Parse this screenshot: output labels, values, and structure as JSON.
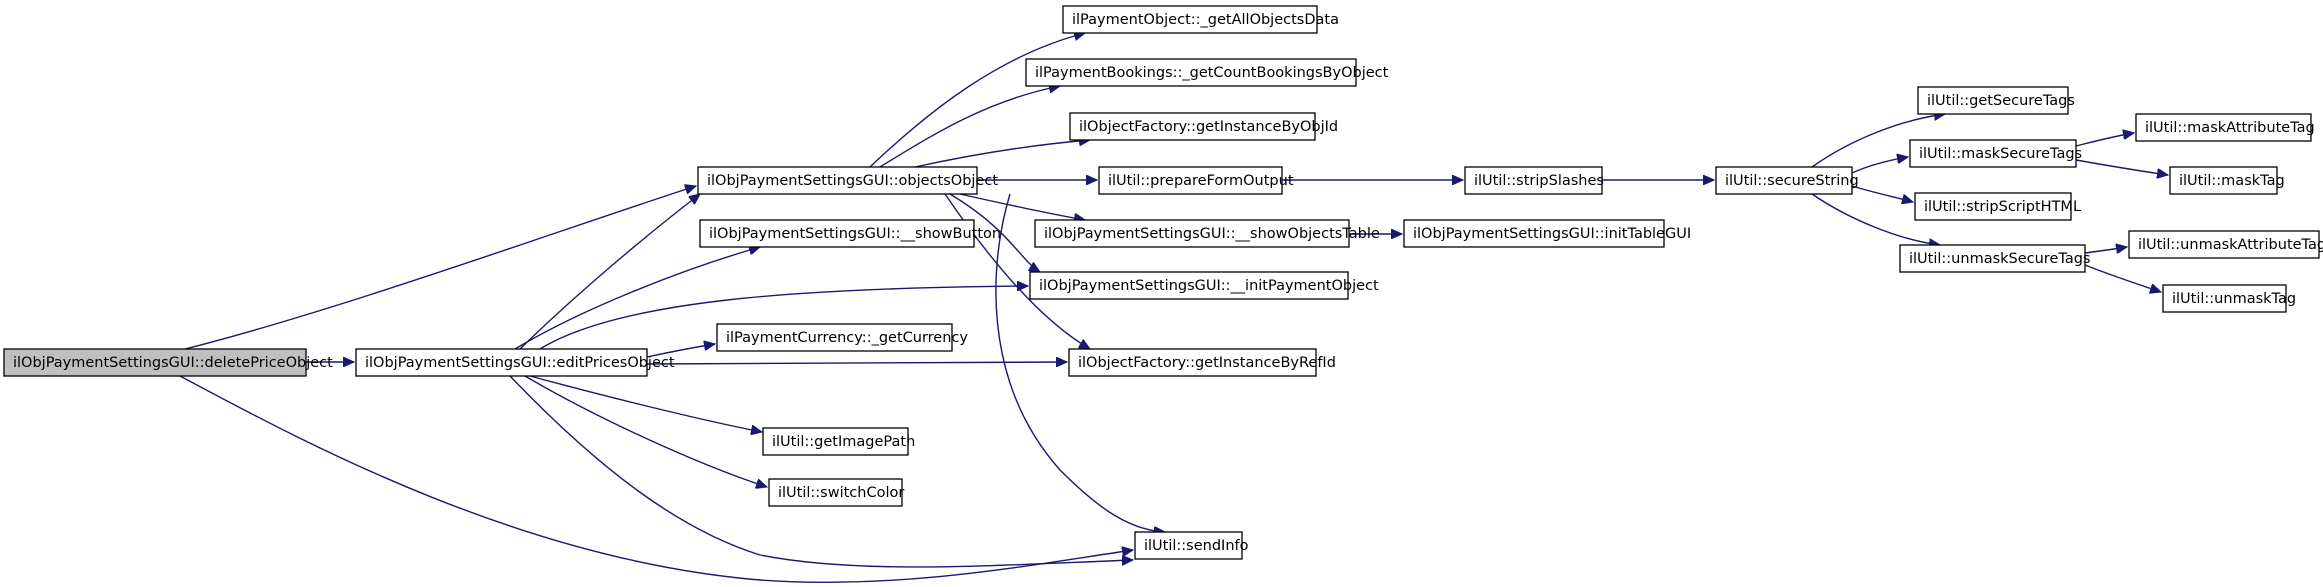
{
  "graph": {
    "nodes": [
      {
        "id": "n0",
        "label": "ilObjPaymentSettingsGUI::deletePriceObject",
        "root": true
      },
      {
        "id": "n1",
        "label": "ilObjPaymentSettingsGUI::editPricesObject"
      },
      {
        "id": "n2",
        "label": "ilObjPaymentSettingsGUI::objectsObject"
      },
      {
        "id": "n3",
        "label": "ilUtil::sendInfo"
      },
      {
        "id": "n4",
        "label": "ilPaymentObject::_getAllObjectsData"
      },
      {
        "id": "n5",
        "label": "ilPaymentBookings::_getCountBookingsByObject"
      },
      {
        "id": "n6",
        "label": "ilObjectFactory::getInstanceByObjId"
      },
      {
        "id": "n7",
        "label": "ilUtil::prepareFormOutput"
      },
      {
        "id": "n8",
        "label": "ilObjPaymentSettingsGUI::__showObjectsTable"
      },
      {
        "id": "n9",
        "label": "ilObjPaymentSettingsGUI::__initPaymentObject"
      },
      {
        "id": "n10",
        "label": "ilObjectFactory::getInstanceByRefId"
      },
      {
        "id": "n11",
        "label": "ilObjPaymentSettingsGUI::__showButton"
      },
      {
        "id": "n12",
        "label": "ilPaymentCurrency::_getCurrency"
      },
      {
        "id": "n13",
        "label": "ilUtil::getImagePath"
      },
      {
        "id": "n14",
        "label": "ilUtil::switchColor"
      },
      {
        "id": "n15",
        "label": "ilUtil::stripSlashes"
      },
      {
        "id": "n16",
        "label": "ilObjPaymentSettingsGUI::initTableGUI"
      },
      {
        "id": "n17",
        "label": "ilUtil::secureString"
      },
      {
        "id": "n18",
        "label": "ilUtil::getSecureTags"
      },
      {
        "id": "n19",
        "label": "ilUtil::maskSecureTags"
      },
      {
        "id": "n20",
        "label": "ilUtil::stripScriptHTML"
      },
      {
        "id": "n21",
        "label": "ilUtil::unmaskSecureTags"
      },
      {
        "id": "n22",
        "label": "ilUtil::maskAttributeTag"
      },
      {
        "id": "n23",
        "label": "ilUtil::maskTag"
      },
      {
        "id": "n24",
        "label": "ilUtil::unmaskAttributeTag"
      },
      {
        "id": "n25",
        "label": "ilUtil::unmaskTag"
      }
    ],
    "edges": [
      {
        "from": "n0",
        "to": "n1"
      },
      {
        "from": "n0",
        "to": "n2"
      },
      {
        "from": "n0",
        "to": "n3"
      },
      {
        "from": "n1",
        "to": "n2"
      },
      {
        "from": "n1",
        "to": "n11"
      },
      {
        "from": "n1",
        "to": "n9"
      },
      {
        "from": "n1",
        "to": "n12"
      },
      {
        "from": "n1",
        "to": "n10"
      },
      {
        "from": "n1",
        "to": "n13"
      },
      {
        "from": "n1",
        "to": "n14"
      },
      {
        "from": "n1",
        "to": "n3"
      },
      {
        "from": "n2",
        "to": "n4"
      },
      {
        "from": "n2",
        "to": "n5"
      },
      {
        "from": "n2",
        "to": "n6"
      },
      {
        "from": "n2",
        "to": "n7"
      },
      {
        "from": "n2",
        "to": "n8"
      },
      {
        "from": "n2",
        "to": "n9"
      },
      {
        "from": "n2",
        "to": "n10"
      },
      {
        "from": "n2",
        "to": "n3"
      },
      {
        "from": "n7",
        "to": "n15"
      },
      {
        "from": "n8",
        "to": "n16"
      },
      {
        "from": "n15",
        "to": "n17"
      },
      {
        "from": "n17",
        "to": "n18"
      },
      {
        "from": "n17",
        "to": "n19"
      },
      {
        "from": "n17",
        "to": "n20"
      },
      {
        "from": "n17",
        "to": "n21"
      },
      {
        "from": "n19",
        "to": "n22"
      },
      {
        "from": "n19",
        "to": "n23"
      },
      {
        "from": "n21",
        "to": "n24"
      },
      {
        "from": "n21",
        "to": "n25"
      }
    ]
  }
}
